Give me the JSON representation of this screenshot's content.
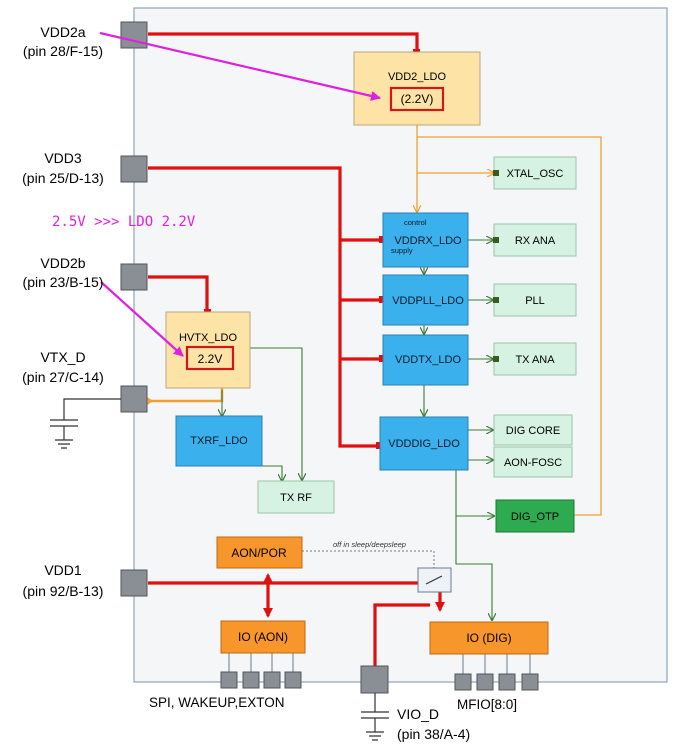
{
  "pins": {
    "vdd2a": {
      "name": "VDD2a",
      "detail": "(pin 28/F-15)"
    },
    "vdd3": {
      "name": "VDD3",
      "detail": "(pin 25/D-13)"
    },
    "vdd2b": {
      "name": "VDD2b",
      "detail": "(pin 23/B-15)"
    },
    "vtx_d": {
      "name": "VTX_D",
      "detail": "(pin 27/C-14)"
    },
    "vdd1": {
      "name": "VDD1",
      "detail": "(pin 92/B-13)"
    },
    "vio_d": {
      "name": "VIO_D",
      "detail": "(pin 38/A-4)"
    }
  },
  "annotation": "2.5V >>> LDO 2.2V",
  "blocks": {
    "vdd2_ldo": {
      "label": "VDD2_LDO",
      "value": "(2.2V)"
    },
    "hvtx_ldo": {
      "label": "HVTX_LDO",
      "value": "2.2V"
    },
    "vddrx_ldo": {
      "label": "VDDRX_LDO",
      "control": "control",
      "supply": "supply"
    },
    "vddpll_ldo": {
      "label": "VDDPLL_LDO"
    },
    "vddtx_ldo": {
      "label": "VDDTX_LDO"
    },
    "vdddig_ldo": {
      "label": "VDDDIG_LDO"
    },
    "txrf_ldo": {
      "label": "TXRF_LDO"
    },
    "xtal_osc": {
      "label": "XTAL_OSC"
    },
    "rx_ana": {
      "label": "RX ANA"
    },
    "pll": {
      "label": "PLL"
    },
    "tx_ana": {
      "label": "TX ANA"
    },
    "dig_core": {
      "label": "DIG CORE"
    },
    "aon_fosc": {
      "label": "AON-FOSC"
    },
    "dig_otp": {
      "label": "DIG_OTP"
    },
    "tx_rf": {
      "label": "TX RF"
    },
    "aon_por": {
      "label": "AON/POR"
    },
    "io_aon": {
      "label": "IO (AON)"
    },
    "io_dig": {
      "label": "IO (DIG)"
    }
  },
  "switch_note": "off in sleep/deepsleep",
  "bottom": {
    "io_aon_pins": "SPI, WAKEUP,EXTON",
    "io_dig_pins": "MFIO[8:0]"
  },
  "colors": {
    "power_line": "#e01010",
    "pink_arrow": "#e020e0",
    "orange_line": "#f0a030",
    "green_line": "#3a7a3a",
    "ldo_blue": "#3ab0ec",
    "peach": "#fde3a6",
    "mint": "#d6f2e2",
    "otp_green": "#2eaa50",
    "orange_block": "#f7962a"
  }
}
